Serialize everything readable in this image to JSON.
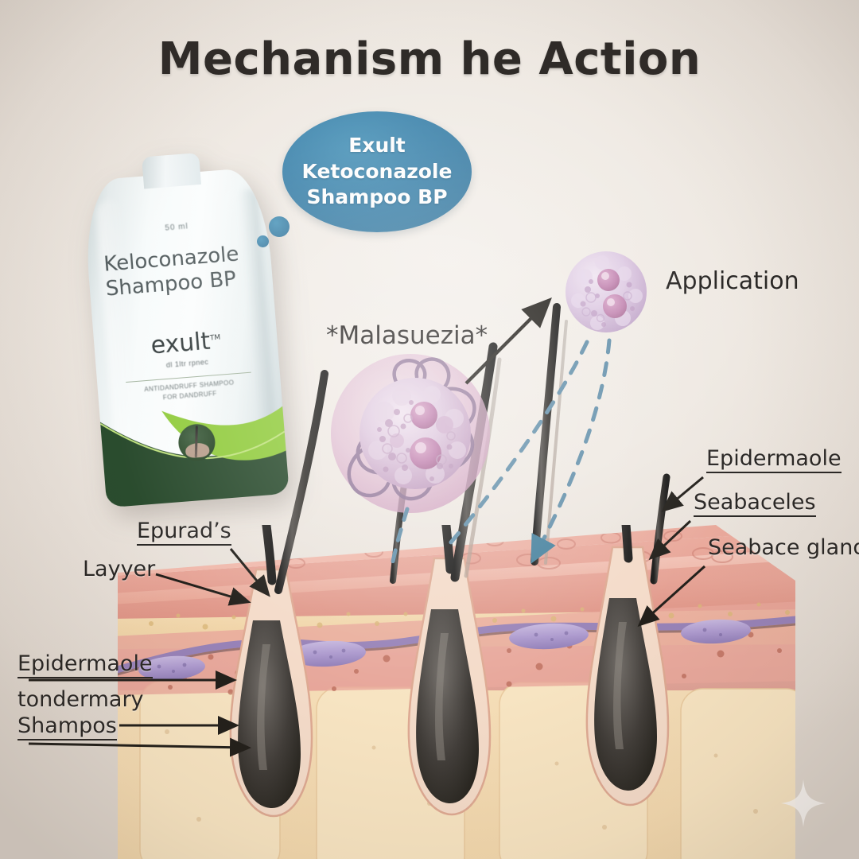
{
  "page": {
    "title": "Mechanism  he Action",
    "background_color": "#ece6df",
    "sparkle_icon": "sparkle-star-icon"
  },
  "bubble": {
    "line1": "Exult",
    "line2": "Ketoconazole",
    "line3": "Shampoo BP",
    "fill_color": "#3d83ab",
    "text_color": "#fdfdfd"
  },
  "bottle": {
    "volume": "50 ml",
    "product_line1": "Keloconazole",
    "product_line2": "Shampoo BP",
    "brand": "exult",
    "brand_mark": "TM",
    "tagline": "dl 1ltr rpnec",
    "subtext_line1": "ANTIDANDRUFF SHAMPOO",
    "subtext_line2": "FOR DANDRUFF",
    "wave_color_dark": "#1f4223",
    "wave_color_light": "#8cc934"
  },
  "labels": {
    "malassezia": "*Malasuezia*",
    "application": "Application",
    "epidermis_right": "Epidermaole",
    "sebaceles": "Seabaceles",
    "sebace_glands": "Seabace glands",
    "epurads": "Epurad’s",
    "layyer": "Layyer",
    "epidermis_left": "Epidermaole",
    "tondermary": "tondermary",
    "shampos": "Shampos"
  },
  "colors": {
    "accent_blue": "#3d83ab",
    "dashed_arrow": "#5b8aa6",
    "epidermis_pink": "#ecab9d",
    "dermis_tan": "#f0d7ab",
    "gland_purple": "#a592c4",
    "cell_mauve": "#c79dc0",
    "label_text": "#1f1c1a"
  }
}
